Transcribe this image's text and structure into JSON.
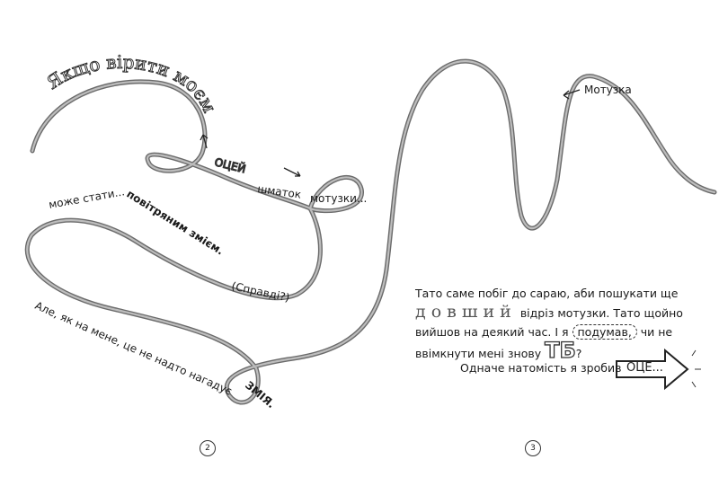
{
  "left_page": {
    "line1": "Якщо вірити моєму татові...",
    "big_word": "ОЦЕЙ",
    "line2a": "шматок",
    "line2b": "мотузки...",
    "line3a": "може стати...",
    "line3b": "повітряним змієм.",
    "line3c": "(Справді?)",
    "line4": "Але, як на мене, це не надто нагадує",
    "snake_word": "ЗМІЯ.",
    "page_number": "2"
  },
  "right_page": {
    "rope_label": "Мотузка",
    "p1": "Тато саме побіг до сараю, аби пошукати ще",
    "p2_fancy": "довший",
    "p2": "відріз мотузки. Тато щойно",
    "p3a": "вийшов на деякий час. І я",
    "p3_bubble": "подумав,",
    "p3b": "чи не",
    "p4": "ввімкнути мені знову",
    "p4_tv": "ТБ",
    "p4_end": "?",
    "final_text": "Одначе натомість я зробив",
    "arrow_label": "ОЦЕ...",
    "page_number": "3"
  }
}
